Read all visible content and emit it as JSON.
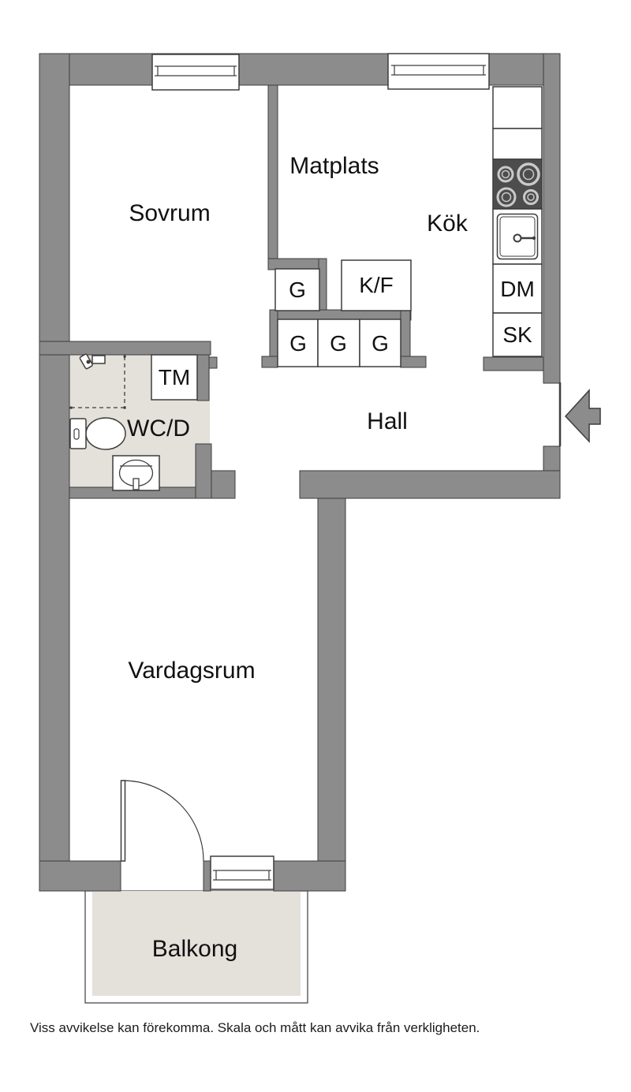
{
  "colors": {
    "wall": "#8c8c8c",
    "outline": "#3d3d3d",
    "floor_accent": "#e4e0da",
    "stove": "#4d4d4d",
    "label": "#111111"
  },
  "rooms": [
    {
      "label": "Sovrum"
    },
    {
      "label": "Matplats"
    },
    {
      "label": "Kök"
    },
    {
      "label": "Hall"
    },
    {
      "label": "WC/D"
    },
    {
      "label": "Vardagsrum"
    },
    {
      "label": "Balkong"
    }
  ],
  "fixtures": {
    "closet_top": "G",
    "fridge_freezer": "K/F",
    "closets_hall": [
      "G",
      "G",
      "G"
    ],
    "washing_machine": "TM",
    "dishwasher": "DM",
    "tall_cabinet": "SK"
  },
  "icons": [
    "window-icon",
    "door-arc-icon",
    "entry-arrow-icon",
    "stove-icon",
    "kitchen-sink-icon",
    "toilet-icon",
    "washbasin-icon",
    "shower-icon"
  ],
  "disclaimer": "Viss avvikelse kan förekomma. Skala och mått kan avvika från verkligheten."
}
